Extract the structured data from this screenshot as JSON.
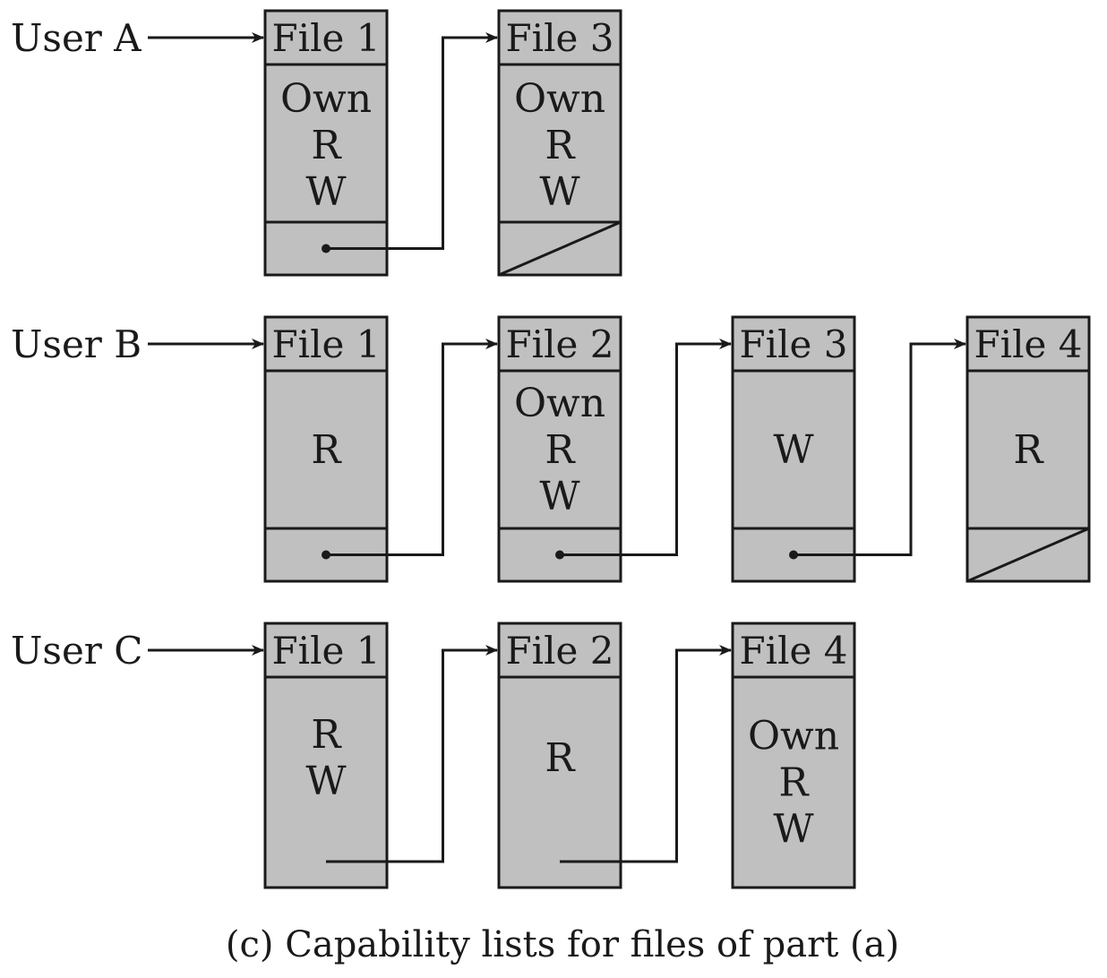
{
  "caption": "(c) Capability lists for files of part (a)",
  "colors": {
    "box_fill": "#c0c0c0",
    "ink": "#1a1a1a",
    "background": "#ffffff"
  },
  "rows": [
    {
      "user": "User A",
      "nodes": [
        {
          "file": "File 1",
          "perms": [
            "Own",
            "R",
            "W"
          ],
          "next": "pointer"
        },
        {
          "file": "File 3",
          "perms": [
            "Own",
            "R",
            "W"
          ],
          "next": "null"
        }
      ]
    },
    {
      "user": "User B",
      "nodes": [
        {
          "file": "File 1",
          "perms": [
            "R"
          ],
          "next": "pointer"
        },
        {
          "file": "File 2",
          "perms": [
            "Own",
            "R",
            "W"
          ],
          "next": "pointer"
        },
        {
          "file": "File 3",
          "perms": [
            "W"
          ],
          "next": "pointer"
        },
        {
          "file": "File 4",
          "perms": [
            "R"
          ],
          "next": "null"
        }
      ]
    },
    {
      "user": "User C",
      "nodes": [
        {
          "file": "File 1",
          "perms": [
            "R",
            "W"
          ],
          "next": "line"
        },
        {
          "file": "File 2",
          "perms": [
            "R"
          ],
          "next": "line"
        },
        {
          "file": "File 4",
          "perms": [
            "Own",
            "R",
            "W"
          ],
          "next": "none"
        }
      ]
    }
  ]
}
